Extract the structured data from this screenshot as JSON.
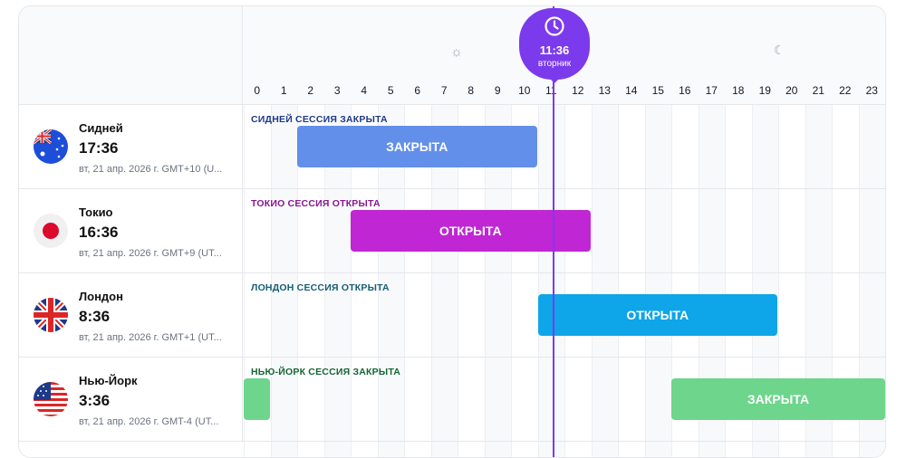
{
  "hours": [
    "0",
    "1",
    "2",
    "3",
    "4",
    "5",
    "6",
    "7",
    "8",
    "9",
    "10",
    "11",
    "12",
    "13",
    "14",
    "15",
    "16",
    "17",
    "18",
    "19",
    "20",
    "21",
    "22",
    "23"
  ],
  "now": {
    "time": "11:36",
    "day": "вторник",
    "hour": 11.6
  },
  "icons": {
    "day": "sun-icon",
    "night": "moon-icon",
    "now": "clock-icon"
  },
  "sessions": [
    {
      "city": "Сидней",
      "time": "17:36",
      "date": "вт, 21 апр. 2026 г. GMT+10 (U...",
      "status_label": "СИДНЕЙ СЕССИЯ ЗАКРЫТА",
      "bar_label": "ЗАКРЫТА",
      "color": "#628fea",
      "label_color": "#1e3a8a",
      "ranges": [
        [
          2,
          11
        ]
      ],
      "flag": "australia"
    },
    {
      "city": "Токио",
      "time": "16:36",
      "date": "вт, 21 апр. 2026 г. GMT+9 (UT...",
      "status_label": "ТОКИО СЕССИЯ ОТКРЫТА",
      "bar_label": "ОТКРЫТА",
      "color": "#c026d3",
      "label_color": "#86198f",
      "ranges": [
        [
          4,
          13
        ]
      ],
      "flag": "japan"
    },
    {
      "city": "Лондон",
      "time": "8:36",
      "date": "вт, 21 апр. 2026 г. GMT+1 (UT...",
      "status_label": "ЛОНДОН СЕССИЯ ОТКРЫТА",
      "bar_label": "ОТКРЫТА",
      "color": "#0ea5e9",
      "label_color": "#155e75",
      "ranges": [
        [
          11,
          20
        ]
      ],
      "flag": "uk"
    },
    {
      "city": "Нью-Йорк",
      "time": "3:36",
      "date": "вт, 21 апр. 2026 г. GMT-4 (UT...",
      "status_label": "НЬЮ-ЙОРК СЕССИЯ ЗАКРЫТА",
      "bar_label": "ЗАКРЫТА",
      "color": "#6dd58c",
      "label_color": "#166534",
      "ranges": [
        [
          0,
          1
        ],
        [
          16,
          24
        ]
      ],
      "flag": "usa"
    }
  ]
}
